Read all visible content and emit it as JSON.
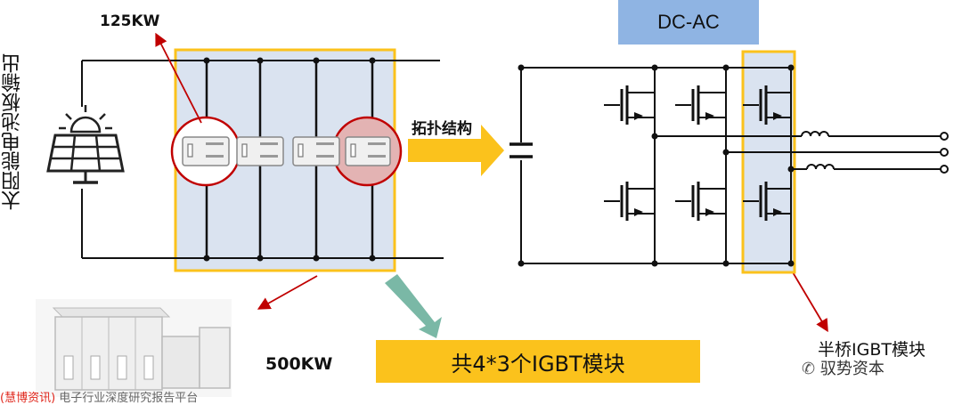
{
  "side_title": "太阳能电池板输出",
  "module_label": "125KW",
  "system_label": "500KW",
  "topology_label": "拓扑结构",
  "dcac_label": "DC-AC",
  "banner_text": "共4*3个IGBT模块",
  "half_bridge_label": "半桥IGBT模块",
  "watermark_text": "驭势资本",
  "caption": {
    "highlight": "(慧博资讯)",
    "rest": "电子行业深度研究报告平台"
  },
  "colors": {
    "accent_orange": "#fbc21c",
    "highlight_blue": "#dae3f0",
    "dcac_blue": "#8fb4e3",
    "red": "#c00000",
    "teal_arrow": "#7ab8a6"
  },
  "icons": [
    "sun-icon",
    "solar-panel-icon",
    "igbt-module-icon",
    "inductor-icon",
    "cabinet-image"
  ]
}
